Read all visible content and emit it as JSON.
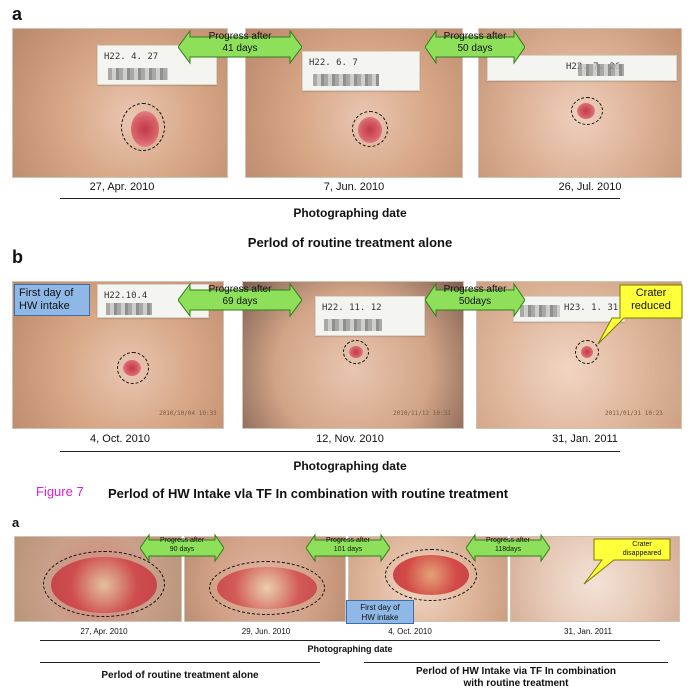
{
  "panel_a": {
    "letter": "a",
    "arrows": [
      "Progress after\n41 days",
      "Progress after\n50 days"
    ],
    "tapes": [
      "H22. 4. 27",
      "H22. 6. 7",
      "H22. 7. 26"
    ],
    "dates": [
      "27, Apr. 2010",
      "7, Jun. 2010",
      "26, Jul. 2010"
    ],
    "photographing_date": "Photographing date",
    "period": "Perlod of routine treatment alone"
  },
  "panel_b": {
    "letter": "b",
    "arrows": [
      "Progress after\n69 days",
      "Progress after\n50days"
    ],
    "first_day": "First day of\nHW intake",
    "crater": "Crater\nreduced",
    "tapes": [
      "H22.10.4",
      "H22. 11. 12",
      "H23. 1. 31"
    ],
    "stamps": [
      "2010/10/04 10:33",
      "2010/11/12 10:33",
      "2011/01/31 10:23"
    ],
    "dates": [
      "4, Oct. 2010",
      "12, Nov. 2010",
      "31, Jan. 2011"
    ],
    "photographing_date": "Photographing date"
  },
  "figure": {
    "label": "Figure 7",
    "caption": "Perlod of HW Intake vla TF In combination with routine treatment"
  },
  "panel_c": {
    "letter": "a",
    "arrows": [
      "Progress after\n90 days",
      "Progress after\n101 days",
      "Progress after\n118days"
    ],
    "crater": "Crater\ndisappeared",
    "first_day": "First day of\nHW intake",
    "dates": [
      "27, Apr. 2010",
      "29, Jun. 2010",
      "4,  Oct. 2010",
      "31, Jan. 2011"
    ],
    "photographing_date": "Photographing date",
    "period_left": "Perlod of routine treatment alone",
    "period_right": "Perlod of HW Intake via TF In combination\nwith routine treatment"
  },
  "colors": {
    "arrow_fill": "#8ee05a",
    "arrow_stroke": "#2e7d1a",
    "blue_box": "#8fb8e6",
    "yellow_box": "#ffff3a",
    "figure_label": "#e21ccf"
  }
}
